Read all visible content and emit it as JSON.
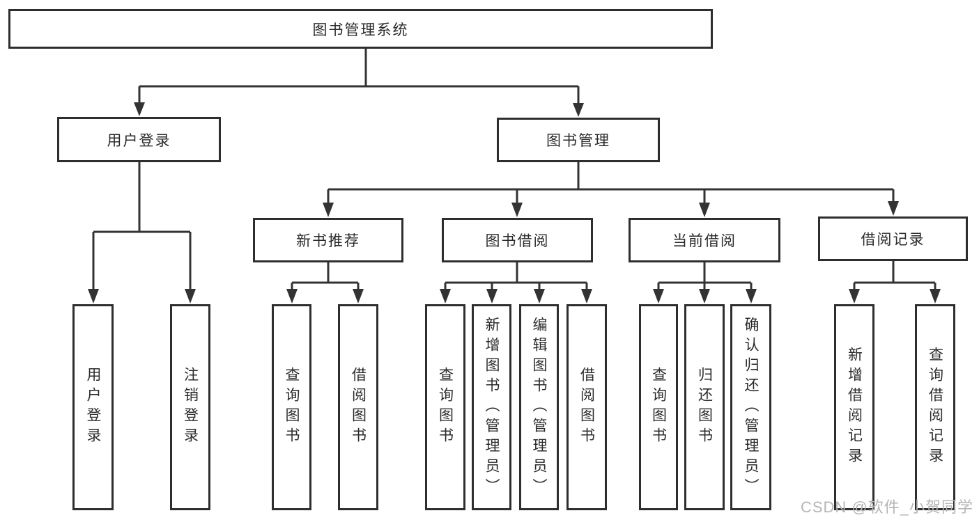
{
  "nodes": {
    "root": {
      "label": "图书管理系统"
    },
    "user_login": {
      "label": "用户登录"
    },
    "book_management": {
      "label": "图书管理"
    },
    "new_book_recommend": {
      "label": "新书推荐"
    },
    "book_borrow": {
      "label": "图书借阅"
    },
    "current_borrow": {
      "label": "当前借阅"
    },
    "borrow_records": {
      "label": "借阅记录"
    },
    "leaves": {
      "user_login": {
        "label": "用户登录"
      },
      "logout": {
        "label": "注销登录"
      },
      "query_book_1": {
        "label": "查询图书"
      },
      "borrow_book_1": {
        "label": "借阅图书"
      },
      "query_book_2": {
        "label": "查询图书"
      },
      "add_book_admin": {
        "label": "新增图书（管理员）"
      },
      "edit_book_admin": {
        "label": "编辑图书（管理员）"
      },
      "borrow_book_2": {
        "label": "借阅图书"
      },
      "query_book_3": {
        "label": "查询图书"
      },
      "return_book": {
        "label": "归还图书"
      },
      "confirm_return_admin": {
        "label": "确认归还（管理员）"
      },
      "add_borrow_record": {
        "label": "新增借阅记录"
      },
      "query_borrow_record": {
        "label": "查询借阅记录"
      }
    }
  },
  "watermark": {
    "text": "CSDN @软件_小贺同学"
  },
  "colors": {
    "line": "#333333",
    "box_border": "#2e2e2e",
    "text": "#2b2b2b",
    "background": "#ffffff",
    "watermark": "#b5b5b5"
  }
}
